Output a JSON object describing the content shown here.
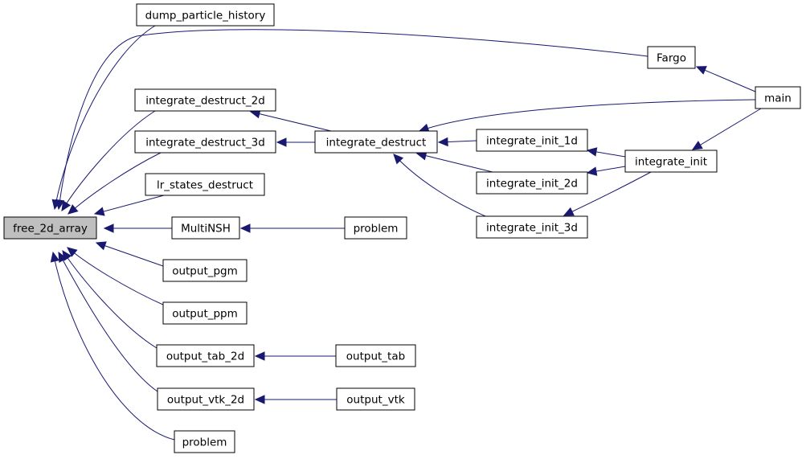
{
  "nodes": [
    {
      "id": "free_2d_array",
      "label": "free_2d_array",
      "root": true
    },
    {
      "id": "dump_particle_history",
      "label": "dump_particle_history"
    },
    {
      "id": "Fargo",
      "label": "Fargo"
    },
    {
      "id": "integrate_destruct_2d",
      "label": "integrate_destruct_2d"
    },
    {
      "id": "integrate_destruct_3d",
      "label": "integrate_destruct_3d"
    },
    {
      "id": "lr_states_destruct",
      "label": "lr_states_destruct"
    },
    {
      "id": "MultiNSH",
      "label": "MultiNSH"
    },
    {
      "id": "output_pgm",
      "label": "output_pgm"
    },
    {
      "id": "output_ppm",
      "label": "output_ppm"
    },
    {
      "id": "output_tab_2d",
      "label": "output_tab_2d"
    },
    {
      "id": "output_vtk_2d",
      "label": "output_vtk_2d"
    },
    {
      "id": "problem_a",
      "label": "problem"
    },
    {
      "id": "integrate_destruct",
      "label": "integrate_destruct"
    },
    {
      "id": "problem_b",
      "label": "problem"
    },
    {
      "id": "output_tab",
      "label": "output_tab"
    },
    {
      "id": "output_vtk",
      "label": "output_vtk"
    },
    {
      "id": "integrate_init_1d",
      "label": "integrate_init_1d"
    },
    {
      "id": "integrate_init_2d",
      "label": "integrate_init_2d"
    },
    {
      "id": "integrate_init_3d",
      "label": "integrate_init_3d"
    },
    {
      "id": "integrate_init",
      "label": "integrate_init"
    },
    {
      "id": "main",
      "label": "main"
    }
  ],
  "edges": [
    {
      "from": "dump_particle_history",
      "to": "free_2d_array"
    },
    {
      "from": "Fargo",
      "to": "free_2d_array"
    },
    {
      "from": "integrate_destruct_2d",
      "to": "free_2d_array"
    },
    {
      "from": "integrate_destruct_3d",
      "to": "free_2d_array"
    },
    {
      "from": "lr_states_destruct",
      "to": "free_2d_array"
    },
    {
      "from": "MultiNSH",
      "to": "free_2d_array"
    },
    {
      "from": "output_pgm",
      "to": "free_2d_array"
    },
    {
      "from": "output_ppm",
      "to": "free_2d_array"
    },
    {
      "from": "output_tab_2d",
      "to": "free_2d_array"
    },
    {
      "from": "output_vtk_2d",
      "to": "free_2d_array"
    },
    {
      "from": "problem_a",
      "to": "free_2d_array"
    },
    {
      "from": "main",
      "to": "Fargo"
    },
    {
      "from": "integrate_destruct",
      "to": "integrate_destruct_2d"
    },
    {
      "from": "integrate_destruct",
      "to": "integrate_destruct_3d"
    },
    {
      "from": "problem_b",
      "to": "MultiNSH"
    },
    {
      "from": "output_tab",
      "to": "output_tab_2d"
    },
    {
      "from": "output_vtk",
      "to": "output_vtk_2d"
    },
    {
      "from": "main",
      "to": "integrate_destruct"
    },
    {
      "from": "integrate_init_1d",
      "to": "integrate_destruct"
    },
    {
      "from": "integrate_init_2d",
      "to": "integrate_destruct"
    },
    {
      "from": "integrate_init_3d",
      "to": "integrate_destruct"
    },
    {
      "from": "integrate_init",
      "to": "integrate_init_1d"
    },
    {
      "from": "integrate_init",
      "to": "integrate_init_2d"
    },
    {
      "from": "integrate_init",
      "to": "integrate_init_3d"
    },
    {
      "from": "main",
      "to": "integrate_init"
    }
  ]
}
